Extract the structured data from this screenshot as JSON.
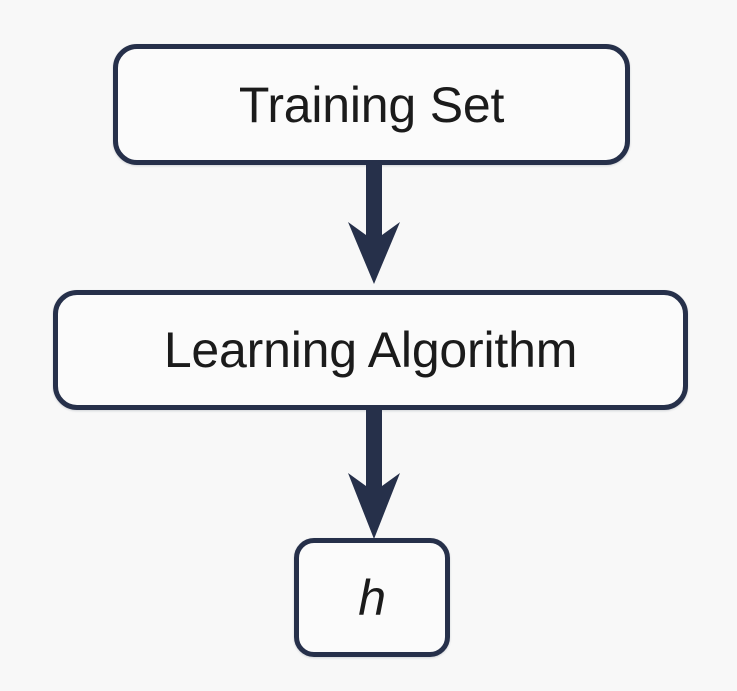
{
  "diagram": {
    "type": "flowchart",
    "orientation": "vertical-top-down",
    "background_color": "#f8f8f8",
    "node_border_color": "#26304a",
    "node_fill_color": "#fbfbfb",
    "arrow_color": "#26304a",
    "text_color": "#1b1b1b",
    "nodes": [
      {
        "id": "training-set",
        "label": "Training Set",
        "shape": "rounded-rectangle"
      },
      {
        "id": "learning-algorithm",
        "label": "Learning Algorithm",
        "shape": "rounded-rectangle"
      },
      {
        "id": "hypothesis",
        "label": "h",
        "shape": "rounded-rectangle",
        "style": "italic"
      }
    ],
    "edges": [
      {
        "id": "edge-training-to-algorithm",
        "from": "training-set",
        "to": "learning-algorithm",
        "label": "",
        "arrowhead": "concave-swallowtail"
      },
      {
        "id": "edge-algorithm-to-hypothesis",
        "from": "learning-algorithm",
        "to": "hypothesis",
        "label": "",
        "arrowhead": "concave-swallowtail"
      }
    ]
  }
}
